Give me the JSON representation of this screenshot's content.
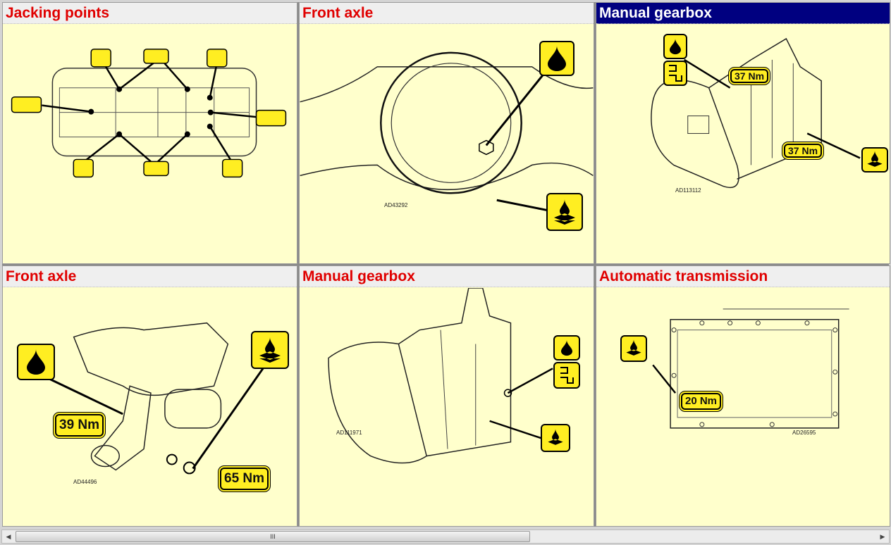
{
  "panels": [
    {
      "title": "Jacking points",
      "selected": false,
      "code": ""
    },
    {
      "title": "Front axle",
      "selected": false,
      "code": "AD43292"
    },
    {
      "title": "Manual gearbox",
      "selected": true,
      "code": "AD113112",
      "torques": [
        "37 Nm",
        "37 Nm"
      ]
    },
    {
      "title": "Front axle",
      "selected": false,
      "code": "AD44496",
      "torques": [
        "39 Nm",
        "65 Nm"
      ]
    },
    {
      "title": "Manual gearbox",
      "selected": false,
      "code": "AD111971"
    },
    {
      "title": "Automatic transmission",
      "selected": false,
      "code": "AD26595",
      "torques": [
        "20 Nm"
      ]
    }
  ],
  "scrollbar": {
    "grip": "III"
  },
  "colors": {
    "title_text": "#e00000",
    "selected_title_bg": "#000080",
    "illustration_bg": "#ffffcc",
    "badge": "#ffee22"
  }
}
